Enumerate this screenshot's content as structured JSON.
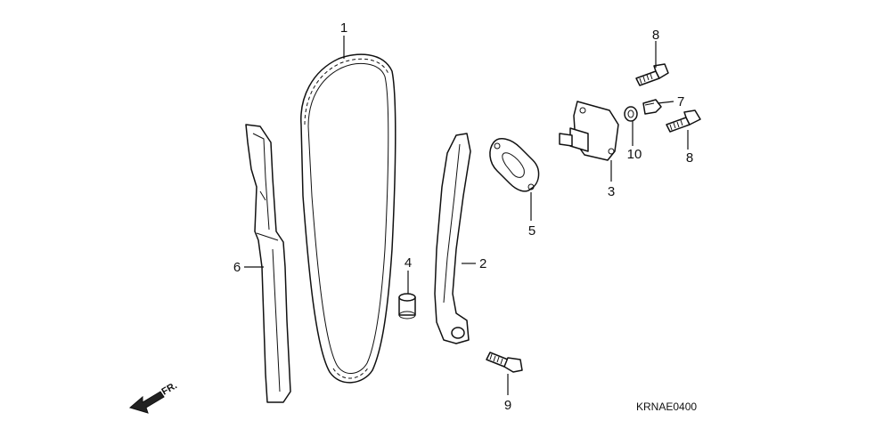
{
  "diagram": {
    "code": "KRNAE0400",
    "direction_label": "FR.",
    "callouts": {
      "p1": "1",
      "p2": "2",
      "p3": "3",
      "p4": "4",
      "p5": "5",
      "p6": "6",
      "p7": "7",
      "p8a": "8",
      "p8b": "8",
      "p9": "9",
      "p10": "10"
    }
  }
}
